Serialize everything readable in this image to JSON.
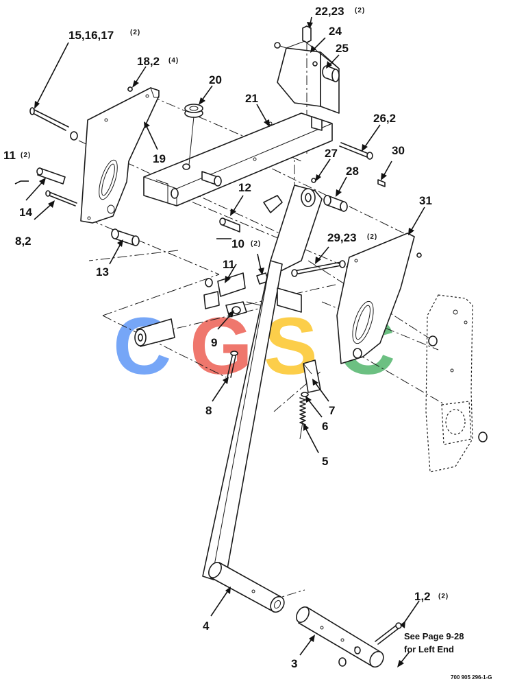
{
  "callouts": [
    {
      "num": "22,23",
      "qty": "(2)"
    },
    {
      "num": "24",
      "qty": ""
    },
    {
      "num": "25",
      "qty": ""
    },
    {
      "num": "15,16,17",
      "qty": "(2)"
    },
    {
      "num": "18,2",
      "qty": "(4)"
    },
    {
      "num": "20",
      "qty": ""
    },
    {
      "num": "21",
      "qty": ""
    },
    {
      "num": "26,2",
      "qty": ""
    },
    {
      "num": "19",
      "qty": ""
    },
    {
      "num": "27",
      "qty": ""
    },
    {
      "num": "30",
      "qty": ""
    },
    {
      "num": "11",
      "qty": "(2)"
    },
    {
      "num": "28",
      "qty": ""
    },
    {
      "num": "14",
      "qty": ""
    },
    {
      "num": "12",
      "qty": ""
    },
    {
      "num": "31",
      "qty": ""
    },
    {
      "num": "8,2",
      "qty": ""
    },
    {
      "num": "10",
      "qty": "(2)"
    },
    {
      "num": "29,23",
      "qty": "(2)"
    },
    {
      "num": "13",
      "qty": ""
    },
    {
      "num": "11",
      "qty": ""
    },
    {
      "num": "9",
      "qty": ""
    },
    {
      "num": "8",
      "qty": ""
    },
    {
      "num": "7",
      "qty": ""
    },
    {
      "num": "6",
      "qty": ""
    },
    {
      "num": "5",
      "qty": ""
    },
    {
      "num": "4",
      "qty": ""
    },
    {
      "num": "1,2",
      "qty": "(2)"
    },
    {
      "num": "3",
      "qty": ""
    }
  ],
  "note_line1": "See Page 9-28",
  "note_line2": "for Left End",
  "drawing_ref": "700 905 296-1-G",
  "watermark": {
    "letters": [
      "C",
      "G",
      "S",
      "C"
    ],
    "colors": [
      "#4285F4",
      "#EA4335",
      "#FBBC05",
      "#34A853"
    ]
  }
}
